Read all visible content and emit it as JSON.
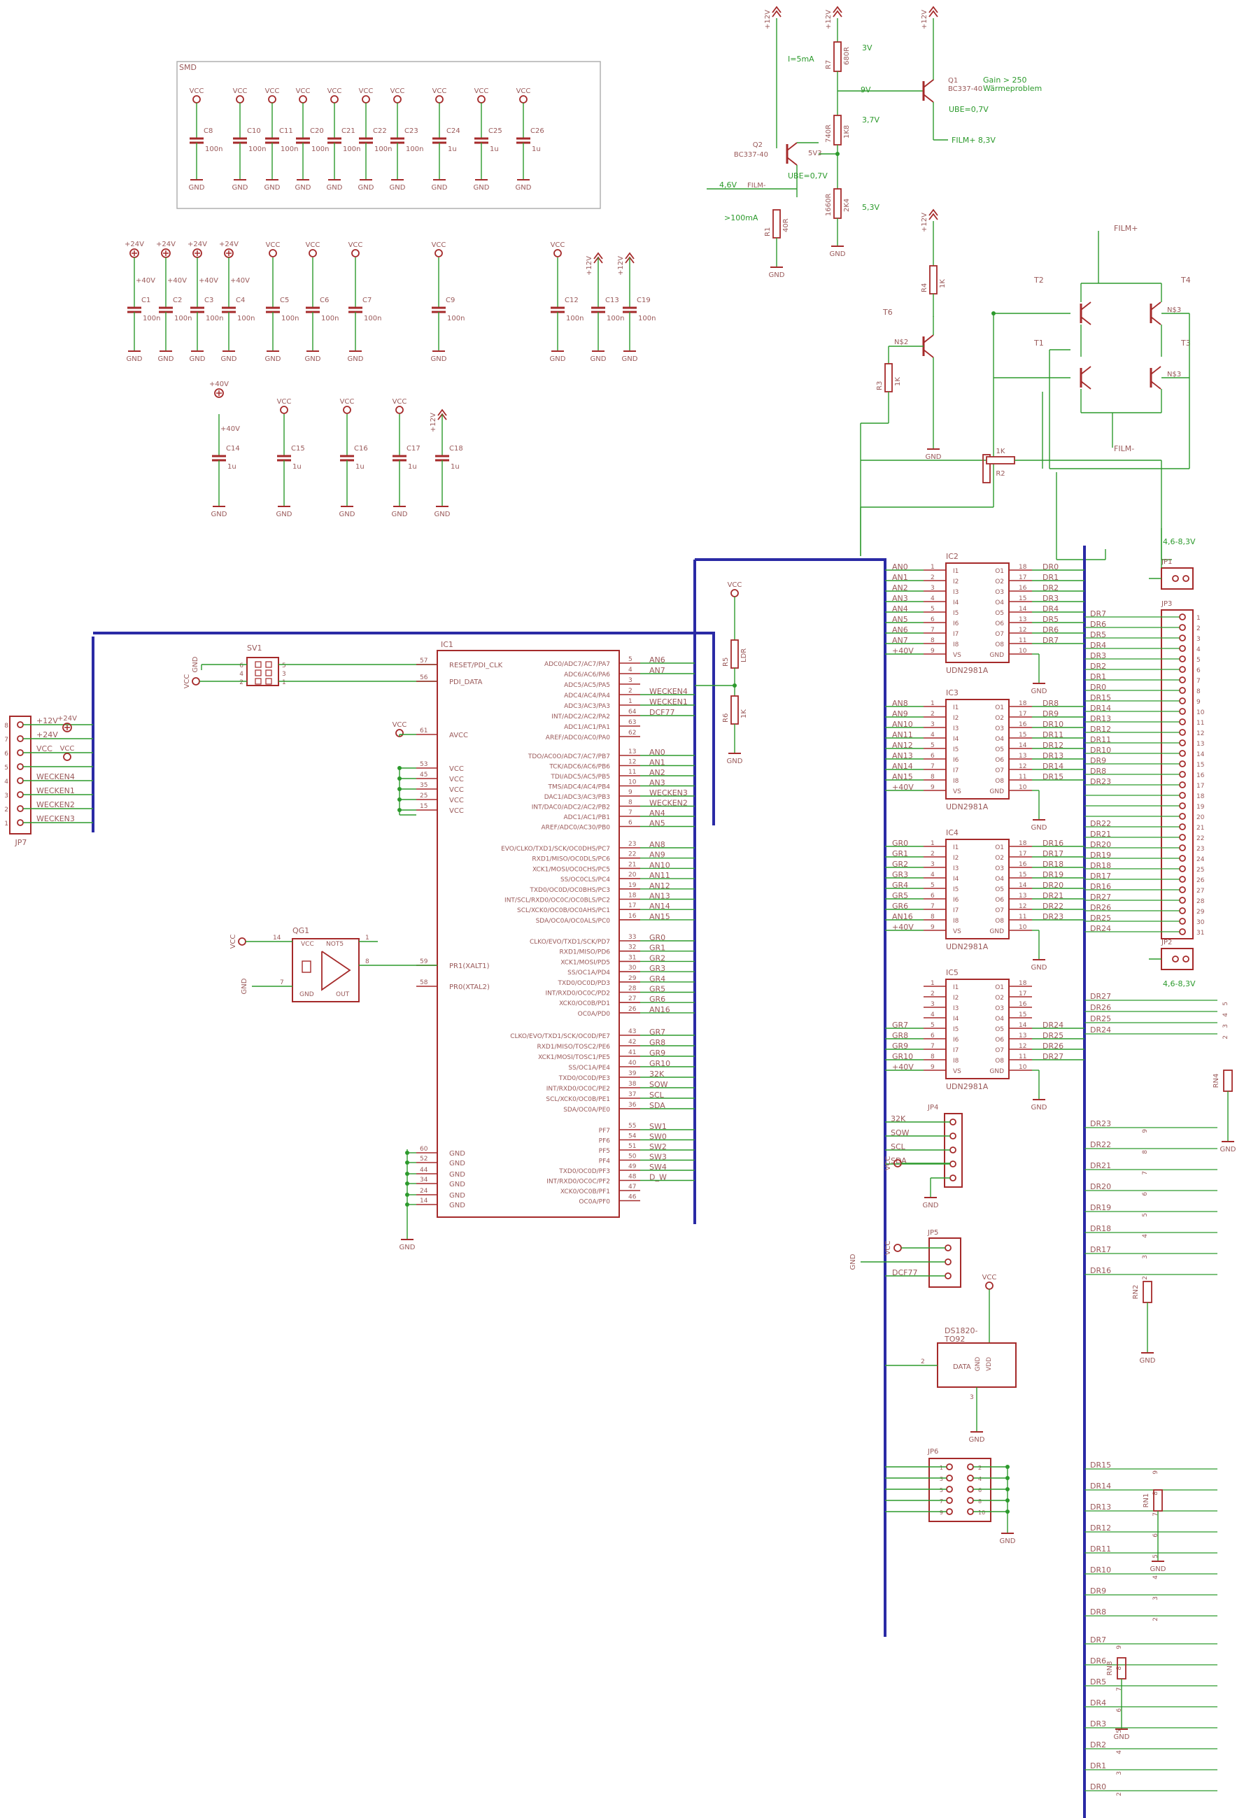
{
  "smd_group": {
    "title": "SMD",
    "caps": [
      {
        "name": "C8",
        "value": "100n",
        "supply": "VCC"
      },
      {
        "name": "C10",
        "value": "100n",
        "supply": "VCC"
      },
      {
        "name": "C11",
        "value": "100n",
        "supply": "VCC"
      },
      {
        "name": "C20",
        "value": "100n",
        "supply": "VCC"
      },
      {
        "name": "C21",
        "value": "100n",
        "supply": "VCC"
      },
      {
        "name": "C22",
        "value": "100n",
        "supply": "VCC"
      },
      {
        "name": "C23",
        "value": "100n",
        "supply": "VCC"
      },
      {
        "name": "C24",
        "value": "1u",
        "supply": "VCC"
      },
      {
        "name": "C25",
        "value": "1u",
        "supply": "VCC"
      },
      {
        "name": "C26",
        "value": "1u",
        "supply": "VCC"
      }
    ]
  },
  "cap_row2": [
    {
      "name": "C1",
      "value": "100n",
      "supply": "+24V",
      "rail": "+40V"
    },
    {
      "name": "C2",
      "value": "100n",
      "supply": "+24V",
      "rail": "+40V"
    },
    {
      "name": "C3",
      "value": "100n",
      "supply": "+24V",
      "rail": "+40V"
    },
    {
      "name": "C4",
      "value": "100n",
      "supply": "+24V",
      "rail": "+40V"
    },
    {
      "name": "C5",
      "value": "100n",
      "supply": "VCC",
      "rail": ""
    },
    {
      "name": "C6",
      "value": "100n",
      "supply": "VCC",
      "rail": ""
    },
    {
      "name": "C7",
      "value": "100n",
      "supply": "VCC",
      "rail": ""
    },
    {
      "name": "C9",
      "value": "100n",
      "supply": "VCC",
      "rail": ""
    },
    {
      "name": "C12",
      "value": "100n",
      "supply": "VCC",
      "rail": ""
    },
    {
      "name": "C13",
      "value": "100n",
      "supply": "+12V",
      "rail": ""
    },
    {
      "name": "C19",
      "value": "100n",
      "supply": "+12V",
      "rail": ""
    }
  ],
  "cap_row3": [
    {
      "name": "C14",
      "value": "1u",
      "supply": "+40V",
      "rail": "+40V"
    },
    {
      "name": "C15",
      "value": "1u",
      "supply": "VCC",
      "rail": ""
    },
    {
      "name": "C16",
      "value": "1u",
      "supply": "VCC",
      "rail": ""
    },
    {
      "name": "C17",
      "value": "1u",
      "supply": "VCC",
      "rail": ""
    },
    {
      "name": "C18",
      "value": "1u",
      "supply": "+12V",
      "rail": ""
    }
  ],
  "common": {
    "gnd": "GND",
    "vcc": "VCC",
    "v12": "+12V",
    "v40": "+40V",
    "v24": "+24V"
  },
  "film_driver": {
    "q2": {
      "name": "Q2",
      "type": "BC337-40",
      "pin": "5V3"
    },
    "q1": {
      "name": "Q1",
      "type": "BC337-40"
    },
    "r7": {
      "name": "R7",
      "value": "680R"
    },
    "r_mid": {
      "name": "740R",
      "value": "1K8"
    },
    "r_low": {
      "name": "1660R",
      "value": "2K4"
    },
    "r1": {
      "name": "R1",
      "value": "40R"
    },
    "notes": {
      "i5ma": "I=5mA",
      "v3": "3V",
      "v9": "9V",
      "gain": "Gain > 250",
      "waerme": "Wärmeproblem",
      "ube1": "UBE=0,7V",
      "v37": "3,7V",
      "ube2": "UBE=0,7V",
      "v53": "5,3V",
      "v46": "4,6V",
      "i100": ">100mA",
      "filmplus83": "FILM+ 8,3V"
    },
    "film_minus": "FILM-"
  },
  "bridge": {
    "t2": "T2",
    "t4": "T4",
    "t1": "T1",
    "t3": "T3",
    "t6": "T6",
    "r4": {
      "name": "R4",
      "value": "1K"
    },
    "r3": {
      "name": "R3",
      "value": "1K"
    },
    "r2": {
      "name": "R2",
      "value": "1K"
    },
    "filmp": "FILM+",
    "filmm": "FILM-",
    "ns2": "N$2",
    "ns3": "N$3"
  },
  "ic1": {
    "name": "IC1",
    "left_pins": [
      {
        "num": "57",
        "name": "RESET/PDI_CLK"
      },
      {
        "num": "56",
        "name": "PDI_DATA"
      },
      {
        "num": "61",
        "name": "AVCC"
      },
      {
        "num": "53",
        "name": "VCC"
      },
      {
        "num": "45",
        "name": "VCC"
      },
      {
        "num": "35",
        "name": "VCC"
      },
      {
        "num": "25",
        "name": "VCC"
      },
      {
        "num": "15",
        "name": "VCC"
      },
      {
        "num": "59",
        "name": "PR1(XALT1)"
      },
      {
        "num": "58",
        "name": "PR0(XTAL2)"
      },
      {
        "num": "60",
        "name": "GND"
      },
      {
        "num": "52",
        "name": "GND"
      },
      {
        "num": "44",
        "name": "GND"
      },
      {
        "num": "34",
        "name": "GND"
      },
      {
        "num": "24",
        "name": "GND"
      },
      {
        "num": "14",
        "name": "GND"
      }
    ],
    "right_pins": [
      {
        "pn": "ADC0/ADC7/AC7/PA7",
        "num": "5",
        "net": "AN6"
      },
      {
        "pn": "ADC6/AC6/PA6",
        "num": "4",
        "net": "AN7"
      },
      {
        "pn": "ADC5/AC5/PA5",
        "num": "3",
        "net": ""
      },
      {
        "pn": "ADC4/AC4/PA4",
        "num": "2",
        "net": "WECKEN4"
      },
      {
        "pn": "ADC3/AC3/PA3",
        "num": "1",
        "net": "WECKEN1"
      },
      {
        "pn": "INT/ADC2/AC2/PA2",
        "num": "64",
        "net": "DCF77"
      },
      {
        "pn": "ADC1/AC1/PA1",
        "num": "63",
        "net": ""
      },
      {
        "pn": "AREF/ADC0/AC0/PA0",
        "num": "62",
        "net": ""
      },
      {
        "pn": "TDO/AC0O/ADC7/AC7/PB7",
        "num": "13",
        "net": "AN0"
      },
      {
        "pn": "TCK/ADC6/AC6/PB6",
        "num": "12",
        "net": "AN1"
      },
      {
        "pn": "TDI/ADC5/AC5/PB5",
        "num": "11",
        "net": "AN2"
      },
      {
        "pn": "TMS/ADC4/AC4/PB4",
        "num": "10",
        "net": "AN3"
      },
      {
        "pn": "DAC1/ADC3/AC3/PB3",
        "num": "9",
        "net": "WECKEN3"
      },
      {
        "pn": "INT/DAC0/ADC2/AC2/PB2",
        "num": "8",
        "net": "WECKEN2"
      },
      {
        "pn": "ADC1/AC1/PB1",
        "num": "7",
        "net": "AN4"
      },
      {
        "pn": "AREF/ADC0/AC30/PB0",
        "num": "6",
        "net": "AN5"
      },
      {
        "pn": "EVO/CLKO/TXD1/SCK/OC0DHS/PC7",
        "num": "23",
        "net": "AN8"
      },
      {
        "pn": "RXD1/MISO/OC0DLS/PC6",
        "num": "22",
        "net": "AN9"
      },
      {
        "pn": "XCK1/MOSI/OC0CHS/PC5",
        "num": "21",
        "net": "AN10"
      },
      {
        "pn": "SS/OC0CLS/PC4",
        "num": "20",
        "net": "AN11"
      },
      {
        "pn": "TXD0/OC0D/OC0BHS/PC3",
        "num": "19",
        "net": "AN12"
      },
      {
        "pn": "INT/SCL/RXD0/OC0C/OC0BLS/PC2",
        "num": "18",
        "net": "AN13"
      },
      {
        "pn": "SCL/XCK0/OC0B/OC0AHS/PC1",
        "num": "17",
        "net": "AN14"
      },
      {
        "pn": "SDA/OC0A/OC0ALS/PC0",
        "num": "16",
        "net": "AN15"
      },
      {
        "pn": "CLKO/EVO/TXD1/SCK/PD7",
        "num": "33",
        "net": "GR0"
      },
      {
        "pn": "RXD1/MISO/PD6",
        "num": "32",
        "net": "GR1"
      },
      {
        "pn": "XCK1/MOSI/PD5",
        "num": "31",
        "net": "GR2"
      },
      {
        "pn": "SS/OC1A/PD4",
        "num": "30",
        "net": "GR3"
      },
      {
        "pn": "TXD0/OC0D/PD3",
        "num": "29",
        "net": "GR4"
      },
      {
        "pn": "INT/RXD0/OC0C/PD2",
        "num": "28",
        "net": "GR5"
      },
      {
        "pn": "XCK0/OC0B/PD1",
        "num": "27",
        "net": "GR6"
      },
      {
        "pn": "OC0A/PD0",
        "num": "26",
        "net": "AN16"
      },
      {
        "pn": "CLKO/EVO/TXD1/SCK/OC0D/PE7",
        "num": "43",
        "net": "GR7"
      },
      {
        "pn": "RXD1/MISO/TOSC2/PE6",
        "num": "42",
        "net": "GR8"
      },
      {
        "pn": "XCK1/MOSI/TOSC1/PE5",
        "num": "41",
        "net": "GR9"
      },
      {
        "pn": "SS/OC1A/PE4",
        "num": "40",
        "net": "GR10"
      },
      {
        "pn": "TXD0/OC0D/PE3",
        "num": "39",
        "net": "32K"
      },
      {
        "pn": "INT/RXD0/OC0C/PE2",
        "num": "38",
        "net": "SQW"
      },
      {
        "pn": "SCL/XCK0/OC0B/PE1",
        "num": "37",
        "net": "SCL"
      },
      {
        "pn": "SDA/OC0A/PE0",
        "num": "36",
        "net": "SDA"
      },
      {
        "pn": "PF7",
        "num": "55",
        "net": "SW1"
      },
      {
        "pn": "PF6",
        "num": "54",
        "net": "SW0"
      },
      {
        "pn": "PF5",
        "num": "51",
        "net": "SW2"
      },
      {
        "pn": "PF4",
        "num": "50",
        "net": "SW3"
      },
      {
        "pn": "TXD0/OC0D/PF3",
        "num": "49",
        "net": "SW4"
      },
      {
        "pn": "INT/RXD0/OC0C/PF2",
        "num": "48",
        "net": "D_W"
      },
      {
        "pn": "XCK0/OC0B/PF1",
        "num": "47",
        "net": ""
      },
      {
        "pn": "OC0A/PF0",
        "num": "46",
        "net": ""
      }
    ]
  },
  "sv1": {
    "name": "SV1",
    "pins_l": [
      "6",
      "4",
      "2"
    ],
    "pins_r": [
      "5",
      "3",
      "1"
    ]
  },
  "qg1": {
    "name": "QG1",
    "vcc": "VCC",
    "nots": "NOT5",
    "gnd": "GND",
    "out": "OUT",
    "pin14": "14",
    "pin1": "1",
    "pin8": "8",
    "pin7": "7"
  },
  "jp7": {
    "name": "JP7",
    "pins": [
      "8",
      "7",
      "6",
      "5",
      "4",
      "3",
      "2",
      "1"
    ],
    "nets": [
      "+12V",
      "+24V",
      "VCC",
      "",
      "WECKEN4",
      "WECKEN1",
      "WECKEN2",
      "WECKEN3"
    ]
  },
  "r5": {
    "name": "R5",
    "value": "LDR"
  },
  "r6": {
    "name": "R6",
    "value": "1K"
  },
  "drivers": [
    {
      "name": "IC2",
      "type": "UDN2981A",
      "in": [
        "AN0",
        "AN1",
        "AN2",
        "AN3",
        "AN4",
        "AN5",
        "AN6",
        "AN7"
      ],
      "out": [
        "DR0",
        "DR1",
        "DR2",
        "DR3",
        "DR4",
        "DR5",
        "DR6",
        "DR7"
      ]
    },
    {
      "name": "IC3",
      "type": "UDN2981A",
      "in": [
        "AN8",
        "AN9",
        "AN10",
        "AN11",
        "AN12",
        "AN13",
        "AN14",
        "AN15"
      ],
      "out": [
        "DR8",
        "DR9",
        "DR10",
        "DR11",
        "DR12",
        "DR13",
        "DR14",
        "DR15"
      ]
    },
    {
      "name": "IC4",
      "type": "UDN2981A",
      "in": [
        "GR0",
        "GR1",
        "GR2",
        "GR3",
        "GR4",
        "GR5",
        "GR6",
        "AN16"
      ],
      "out": [
        "DR16",
        "DR17",
        "DR18",
        "DR19",
        "DR20",
        "DR21",
        "DR22",
        "DR23"
      ]
    },
    {
      "name": "IC5",
      "type": "UDN2981A",
      "in": [
        "",
        "",
        "",
        "",
        "GR7",
        "GR8",
        "GR9",
        "GR10"
      ],
      "out": [
        "",
        "",
        "",
        "",
        "DR24",
        "DR25",
        "DR26",
        "DR27"
      ]
    }
  ],
  "driver_pins": {
    "in_names": [
      "I1",
      "I2",
      "I3",
      "I4",
      "I5",
      "I6",
      "I7",
      "I8",
      "VS"
    ],
    "out_names": [
      "O1",
      "O2",
      "O3",
      "O4",
      "O5",
      "O6",
      "O7",
      "O8",
      "GND"
    ],
    "in_nums": [
      "1",
      "2",
      "3",
      "4",
      "5",
      "6",
      "7",
      "8",
      "9"
    ],
    "out_nums": [
      "18",
      "17",
      "16",
      "15",
      "14",
      "13",
      "12",
      "11",
      "10"
    ],
    "vs_net": "+40V"
  },
  "jp1": {
    "name": "JP1",
    "label": "4,6-8,3V"
  },
  "jp2": {
    "name": "JP2",
    "label": "4,6-8,3V"
  },
  "jp3": {
    "name": "JP3",
    "nets": [
      "DR7",
      "DR6",
      "DR5",
      "DR4",
      "DR3",
      "DR2",
      "DR1",
      "DR0",
      "DR15",
      "DR14",
      "DR13",
      "DR12",
      "DR11",
      "DR10",
      "DR9",
      "DR8",
      "DR23",
      "",
      "",
      "",
      "DR22",
      "DR21",
      "DR20",
      "DR19",
      "DR18",
      "DR17",
      "DR16",
      "DR27",
      "DR26",
      "DR25",
      "DR24"
    ],
    "nums": [
      "1",
      "2",
      "3",
      "4",
      "5",
      "6",
      "7",
      "8",
      "9",
      "10",
      "11",
      "12",
      "13",
      "14",
      "15",
      "16",
      "17",
      "18",
      "19",
      "20",
      "21",
      "22",
      "23",
      "24",
      "25",
      "26",
      "27",
      "28",
      "29",
      "30",
      "31"
    ]
  },
  "jp4": {
    "name": "JP4",
    "nets": [
      "32K",
      "SQW",
      "SCL",
      "SDA",
      ""
    ]
  },
  "jp5": {
    "name": "JP5",
    "nets": [
      "",
      "",
      "DCF77"
    ]
  },
  "jp6": {
    "name": "JP6",
    "pins_l": [
      "1",
      "3",
      "5",
      "7",
      "9"
    ],
    "pins_r": [
      "2",
      "4",
      "6",
      "8",
      "10"
    ]
  },
  "ds1820": {
    "name": "DS1820-",
    "pkg": "TO92",
    "data": "DATA",
    "gnd": "GND",
    "vdd": "VDD",
    "p2": "2",
    "p3": "3"
  },
  "rn4": {
    "name": "RN4",
    "nets": [
      "DR27",
      "DR26",
      "DR25",
      "DR24"
    ],
    "nums": [
      "5",
      "4",
      "3",
      "2"
    ]
  },
  "rn2": {
    "name": "RN2",
    "nets": [
      "DR23",
      "DR22",
      "DR21",
      "DR20",
      "DR19",
      "DR18",
      "DR17",
      "DR16"
    ],
    "nums": [
      "9",
      "8",
      "7",
      "6",
      "5",
      "4",
      "3",
      "2"
    ]
  },
  "rn1": {
    "name": "RN1",
    "nets": [
      "DR15",
      "DR14",
      "DR13",
      "DR12",
      "DR11",
      "DR10",
      "DR9",
      "DR8"
    ],
    "nums": [
      "9",
      "8",
      "7",
      "6",
      "5",
      "4",
      "3",
      "2"
    ]
  },
  "rn8": {
    "name": "RN8",
    "nets": [
      "DR7",
      "DR6",
      "DR5",
      "DR4",
      "DR3",
      "DR2",
      "DR1",
      "DR0"
    ],
    "nums": [
      "9",
      "8",
      "7",
      "6",
      "5",
      "4",
      "3",
      "2"
    ]
  }
}
